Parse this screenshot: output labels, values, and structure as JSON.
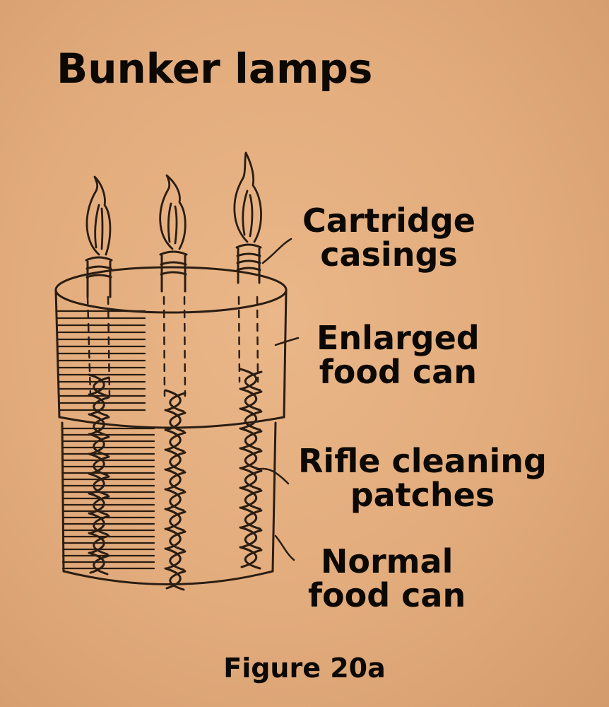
{
  "title": "Bunker lamps",
  "labels": {
    "cartridge": [
      "Cartridge",
      "casings"
    ],
    "enlarged": [
      "Enlarged",
      "food can"
    ],
    "patches": [
      "Rifle cleaning",
      "patches"
    ],
    "normal": [
      "Normal",
      "food can"
    ]
  },
  "caption": "Figure 20a",
  "colors": {
    "ink": "#2a1d12",
    "paper": "#e6b080",
    "text": "#0c0905"
  }
}
